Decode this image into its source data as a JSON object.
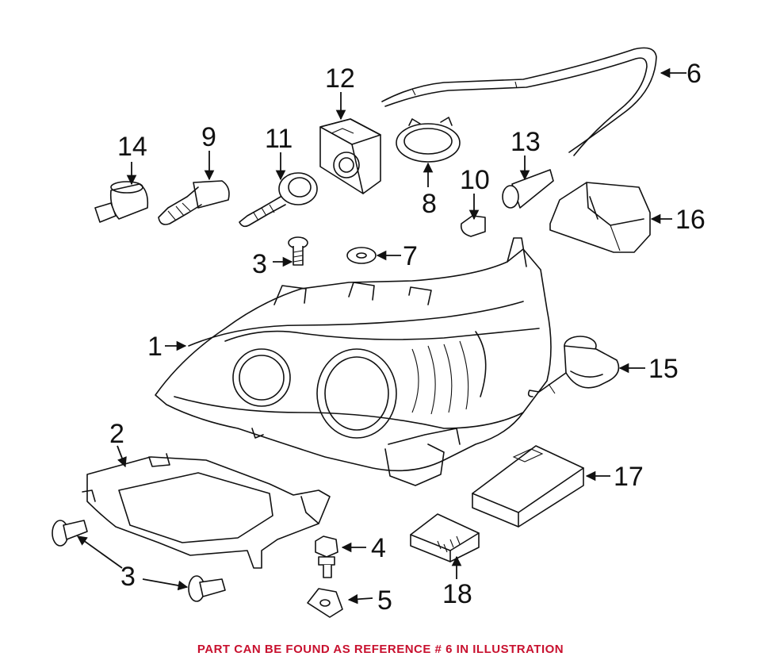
{
  "callouts": {
    "c1": "1",
    "c2": "2",
    "c3a": "3",
    "c3b": "3",
    "c4": "4",
    "c5": "5",
    "c6": "6",
    "c7": "7",
    "c8": "8",
    "c9": "9",
    "c10": "10",
    "c11": "11",
    "c12": "12",
    "c13": "13",
    "c14": "14",
    "c15": "15",
    "c16": "16",
    "c17": "17",
    "c18": "18"
  },
  "footer": {
    "note": "PART CAN BE FOUND AS REFERENCE # 6 IN ILLUSTRATION",
    "color": "#c8102e"
  },
  "colors": {
    "line": "#111111",
    "background": "#ffffff"
  }
}
